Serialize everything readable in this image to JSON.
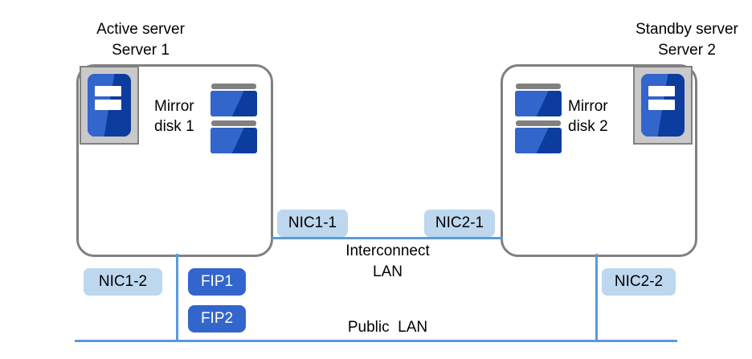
{
  "diagram": {
    "title_left": "Active server\nServer 1",
    "title_right": "Standby server\nServer 2",
    "server_1": {
      "icon": "server-tower-icon",
      "disk_label": "Mirror\ndisk 1",
      "disk_icon": "mirror-disk-icon"
    },
    "server_2": {
      "icon": "server-tower-icon",
      "disk_label": "Mirror\ndisk 2",
      "disk_icon": "mirror-disk-icon"
    },
    "nics": [
      {
        "id": "nic-1-1",
        "label": "NIC1-1"
      },
      {
        "id": "nic-2-1",
        "label": "NIC2-1"
      },
      {
        "id": "nic-1-2",
        "label": "NIC1-2"
      },
      {
        "id": "nic-2-2",
        "label": "NIC2-2"
      }
    ],
    "floating_ips": [
      {
        "id": "fip-1",
        "label": "FIP1"
      },
      {
        "id": "fip-2",
        "label": "FIP2"
      }
    ],
    "networks": [
      {
        "id": "interconnect-lan",
        "label": "Interconnect\nLAN"
      },
      {
        "id": "public-lan",
        "label": "Public  LAN"
      }
    ],
    "colors": {
      "enclosure_border": "#808080",
      "nic_chip": "#bdd7ee",
      "fip_chip": "#3366cc",
      "network_line": "#5b9bd5",
      "icon_blue_light": "#3366cc",
      "icon_blue_dark": "#0c3c9e",
      "icon_gray": "#c9c9c9",
      "text": "#000000",
      "background": "#ffffff"
    }
  }
}
